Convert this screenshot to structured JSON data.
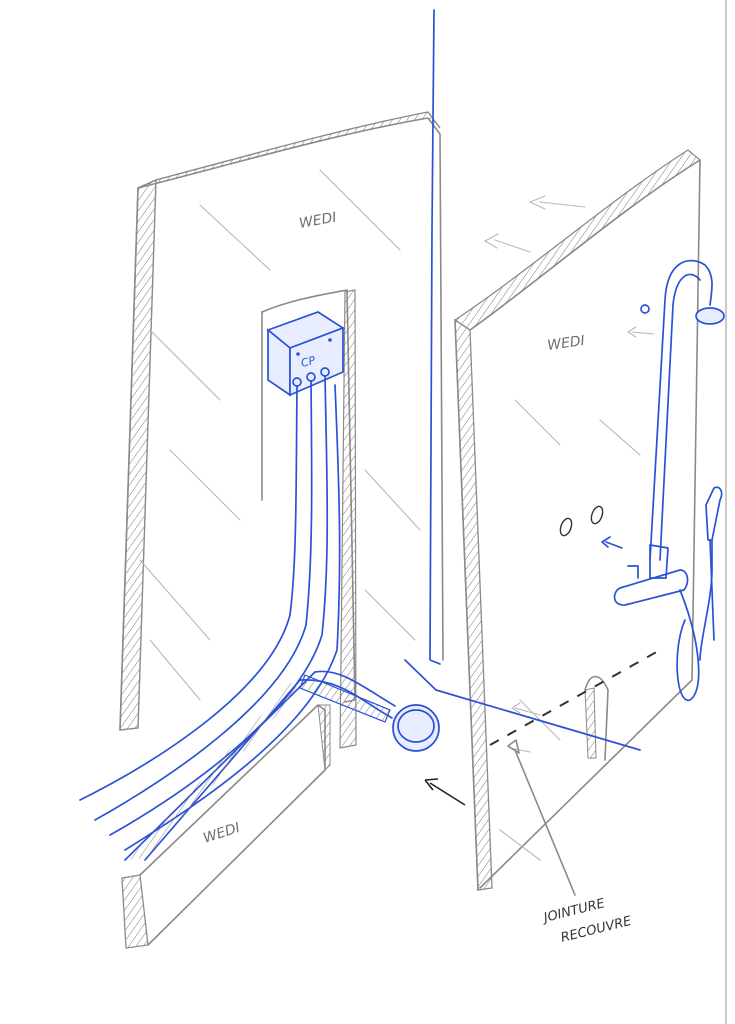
{
  "labels": {
    "left_panel": "WEDI",
    "right_panel": "WEDI",
    "bottom_panel": "WEDI",
    "box": "CP",
    "joint_line1": "JOINTURE",
    "joint_line2": "RECOUVRE"
  },
  "colors": {
    "pencil": "#8a8a8a",
    "ink": "#2b52d6",
    "page_edge": "#c9c9c9"
  }
}
